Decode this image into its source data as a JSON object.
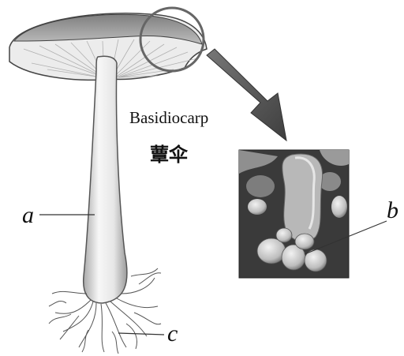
{
  "labels": {
    "a": "a",
    "b": "b",
    "c": "c",
    "caption_en": "Basidiocarp",
    "caption_zh": "蕈伞"
  },
  "colors": {
    "cap_top": "#8a8a8a",
    "cap_gill": "#e9e9e9",
    "stalk_light": "#f4f4f4",
    "stalk_shade": "#b9b9b9",
    "micro_bg": "#3c3c3c",
    "micro_cell": "#cfcfcf",
    "arrow": "#5a5a5a",
    "circle": "#666666"
  }
}
